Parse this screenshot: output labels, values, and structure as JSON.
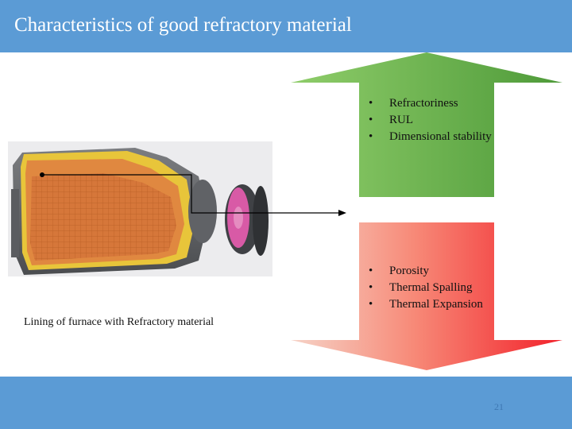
{
  "slide": {
    "title": "Characteristics of good refractory material",
    "page_number": "21"
  },
  "figure": {
    "caption": "Lining of furnace with Refractory material"
  },
  "up_arrow": {
    "items": [
      {
        "text": "Refractoriness"
      },
      {
        "text": "RUL"
      },
      {
        "text": "Dimensional stability"
      }
    ],
    "color": "#5ea446"
  },
  "down_arrow": {
    "items": [
      {
        "text": "Porosity"
      },
      {
        "text": "Thermal Spalling"
      },
      {
        "text": "Thermal Expansion"
      }
    ],
    "color": "#f2343a"
  },
  "colors": {
    "header": "#5b9bd5",
    "footer": "#5b9bd5"
  }
}
